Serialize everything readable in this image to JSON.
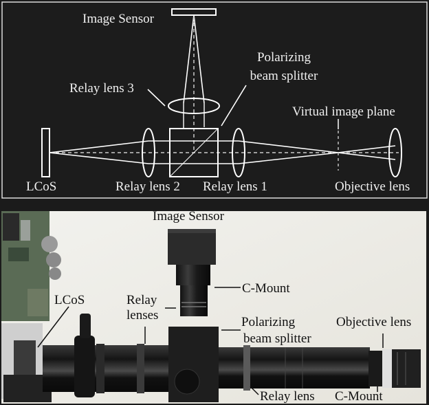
{
  "diagram": {
    "title": "Optical layout schematic",
    "labels": {
      "image_sensor": "Image Sensor",
      "relay_lens_3": "Relay lens 3",
      "polarizing_line1": "Polarizing",
      "polarizing_line2": "beam splitter",
      "virtual_image_plane": "Virtual image plane",
      "lcos": "LCoS",
      "relay_lens_2": "Relay lens 2",
      "relay_lens_1": "Relay lens 1",
      "objective_lens": "Objective lens"
    },
    "colors": {
      "background": "#1c1c1c",
      "stroke": "#ffffff"
    }
  },
  "photo": {
    "title": "Prototype photograph",
    "labels": {
      "image_sensor": "Image Sensor",
      "c_mount_top": "C-Mount",
      "lcos": "LCoS",
      "relay_lenses_line1": "Relay",
      "relay_lenses_line2": "lenses",
      "polarizing_line1": "Polarizing",
      "polarizing_line2": "beam splitter",
      "objective_lens": "Objective lens",
      "relay_lens": "Relay lens",
      "c_mount_bottom": "C-Mount"
    },
    "colors": {
      "background": "#eeeee9",
      "text": "#111111",
      "tube": "#141414"
    }
  }
}
